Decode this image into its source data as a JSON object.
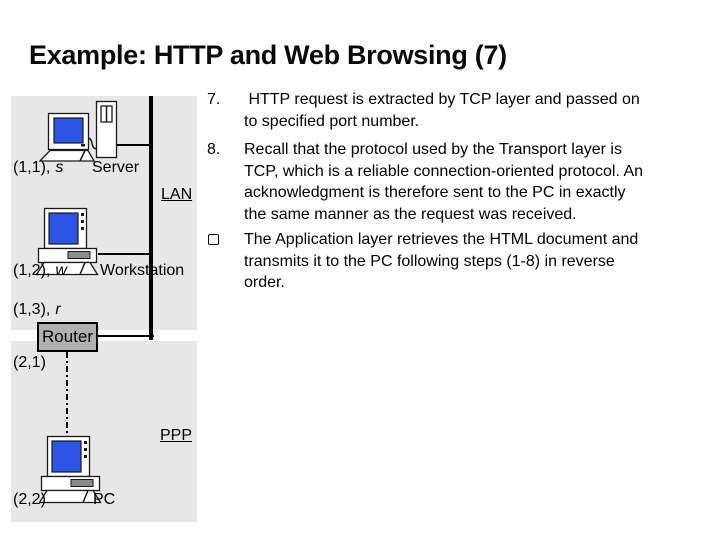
{
  "title": "Example: HTTP and Web Browsing (7)",
  "bullets": [
    {
      "marker": "7.",
      "text": " HTTP request is extracted by TCP layer and passed on\nto specified port number."
    },
    {
      "marker": "8.",
      "text": "Recall that the protocol used by the Transport layer is\nTCP, which is a reliable connection-oriented protocol. An\nacknowledgment is therefore sent to the PC in exactly\nthe same manner as the request was received."
    },
    {
      "marker_icon": "square-bullet-icon",
      "text": "The Application layer retrieves the HTML document and\ntransmits it to the PC following steps (1-8) in reverse\norder."
    }
  ],
  "diagram": {
    "nodes": [
      {
        "coord": "(1,1),",
        "var": "s",
        "name": "Server"
      },
      {
        "coord": "(1,2),",
        "var": "w",
        "name": "Workstation"
      },
      {
        "coord": "(1,3),",
        "var": "r",
        "name": ""
      },
      {
        "coord": "(2,1)",
        "var": "",
        "name": ""
      },
      {
        "coord": "(2,2)",
        "var": "",
        "name": "PC"
      }
    ],
    "router_label": "Router",
    "lan_label": "LAN",
    "ppp_label": "PPP"
  },
  "colors": {
    "screen_blue": "#2B55E2",
    "panel_gray": "#E7E7E7",
    "router_gray": "#B0B0B0",
    "slot_gray": "#8C8C8C"
  }
}
